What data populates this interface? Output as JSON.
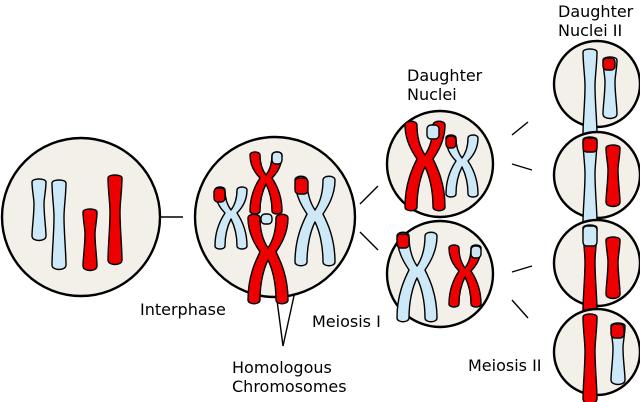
{
  "labels": {
    "interphase": "Interphase",
    "homologous_line1": "Homologous",
    "homologous_line2": "Chromosomes",
    "meiosis1": "Meiosis I",
    "daughter_line1": "Daughter",
    "daughter_line2": "Nuclei",
    "daughter2_line1": "Daughter",
    "daughter2_line2": "Nuclei II",
    "meiosis2": "Meiosis II"
  },
  "colors": {
    "maternal": "#ee0000",
    "paternal": "#cde8f6",
    "cell_fill": "#f3efe9",
    "outline": "#000000"
  }
}
